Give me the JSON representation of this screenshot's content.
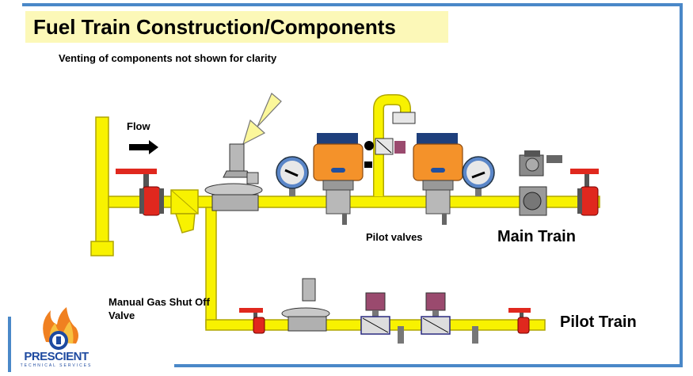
{
  "title": "Fuel Train Construction/Components",
  "subtitle": "Venting of components not shown for clarity",
  "labels": {
    "flow": "Flow",
    "pilot_valves": "Pilot valves",
    "main_train": "Main Train",
    "manual_shutoff": "Manual Gas Shut Off Valve",
    "pilot_train": "Pilot Train"
  },
  "logo": {
    "name": "PRESCIENT",
    "tagline": "TECHNICAL SERVICES"
  },
  "colors": {
    "pipe": "#f8f200",
    "pipe_outline": "#b0a600",
    "valve_red": "#e0281e",
    "actuator_orange": "#f4922a",
    "actuator_blue": "#2050a0",
    "gauge_blue": "#5a86c8",
    "frame_blue": "#4a88c8",
    "arrow_yellow": "#fbf79a",
    "title_bg": "#fcf8b8"
  }
}
